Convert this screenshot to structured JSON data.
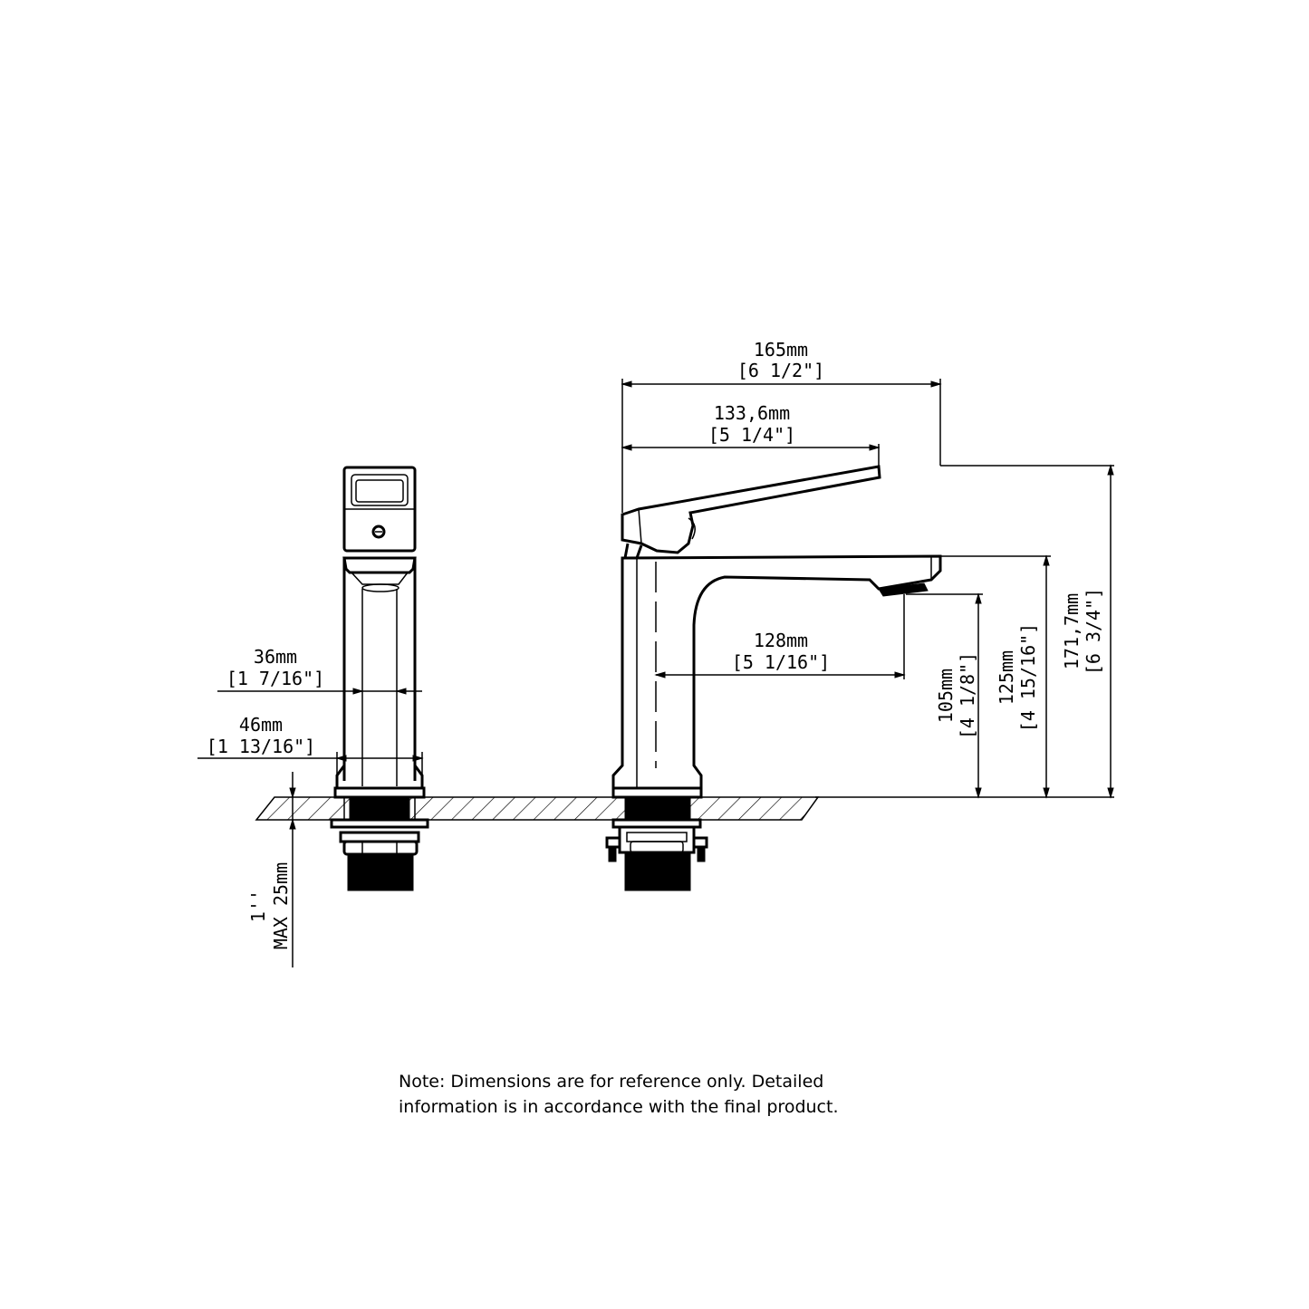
{
  "dimensions": {
    "total_length": {
      "mm": "165mm",
      "inch": "[6 1/2\"]"
    },
    "handle_length": {
      "mm": "133,6mm",
      "inch": "[5 1/4\"]"
    },
    "spout_reach": {
      "mm": "128mm",
      "inch": "[5 1/16\"]"
    },
    "body_width": {
      "mm": "36mm",
      "inch": "[1 7/16\"]"
    },
    "base_width": {
      "mm": "46mm",
      "inch": "[1 13/16\"]"
    },
    "outlet_height": {
      "mm": "105mm",
      "inch": "[4 1/8\"]"
    },
    "spout_height": {
      "mm": "125mm",
      "inch": "[4 15/16\"]"
    },
    "total_height": {
      "mm": "171,7mm",
      "inch": "[6 3/4\"]"
    },
    "deck_thickness": {
      "line1": "1''",
      "line2": "MAX 25mm"
    }
  },
  "note": {
    "line1": "Note: Dimensions are for reference only. Detailed",
    "line2": "information is in accordance with the final product."
  },
  "colors": {
    "line": "#000000",
    "background": "#ffffff"
  }
}
